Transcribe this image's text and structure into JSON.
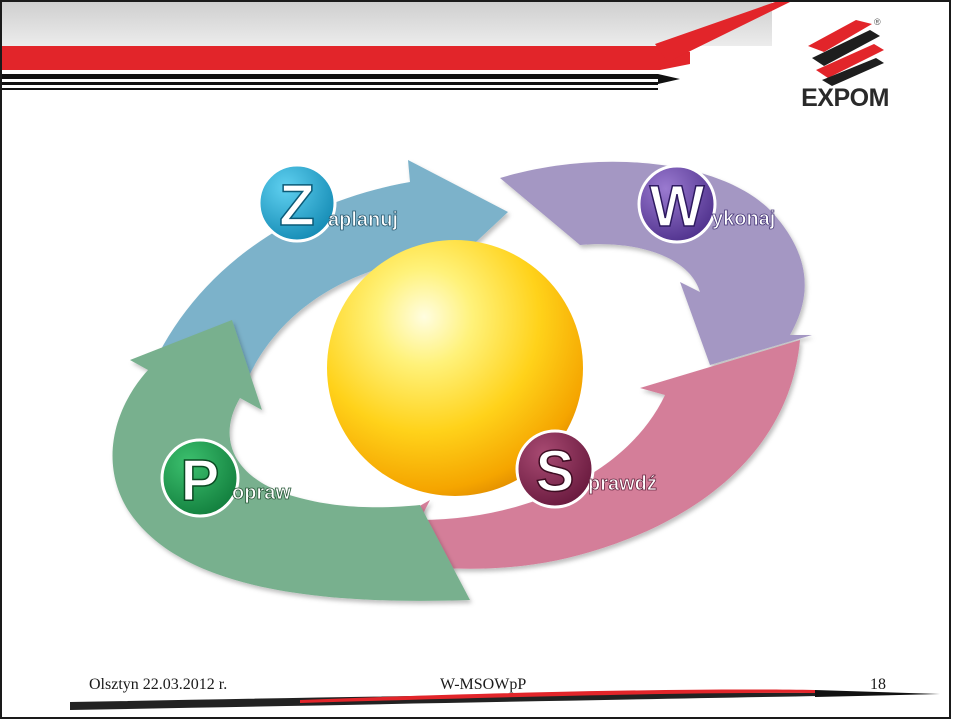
{
  "logo": {
    "brand": "EXPOM",
    "registered": "®"
  },
  "cycle": {
    "steps": [
      {
        "letter": "Z",
        "word": "aplanuj",
        "color": "#1aa0c6"
      },
      {
        "letter": "W",
        "word": "ykonaj",
        "color": "#5b3a9a"
      },
      {
        "letter": "S",
        "word": "prawdź",
        "color": "#7a1f48"
      },
      {
        "letter": "P",
        "word": "opraw",
        "color": "#14984a"
      }
    ]
  },
  "footer": {
    "left": "Olsztyn 22.03.2012 r.",
    "center": "W-MSOWpP",
    "page_number": "18"
  }
}
